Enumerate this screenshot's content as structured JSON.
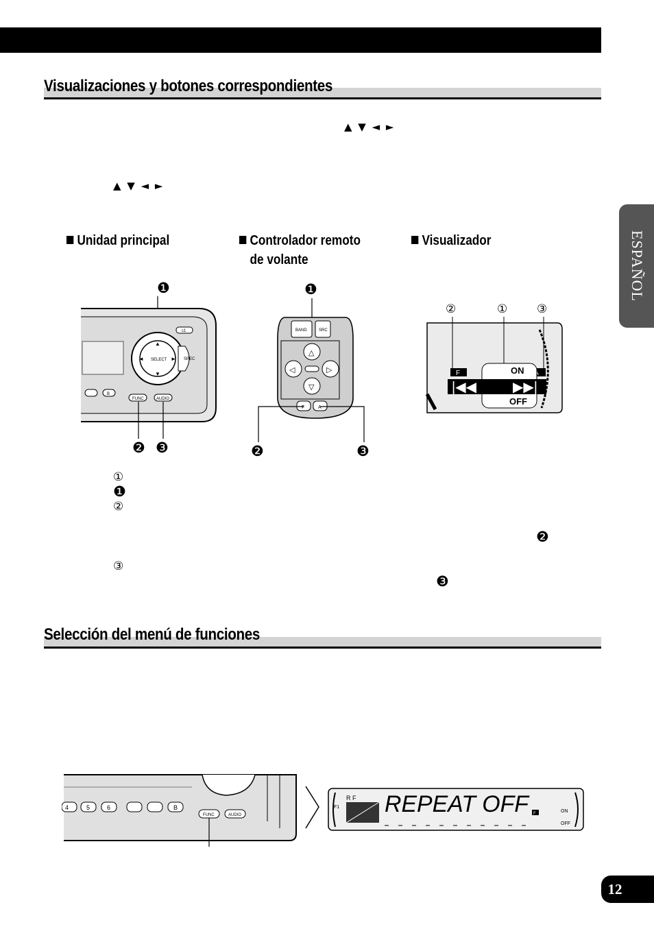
{
  "section1": {
    "title": "Visualizaciones y botones correspondientes",
    "arrows_line1": "▲ ▼ ◄ ►",
    "arrows_line2": "▲ ▼ ◄ ►"
  },
  "side_tab": {
    "label": "ESPAÑOL"
  },
  "diagrams": {
    "main_unit": {
      "heading": "Unidad principal",
      "callouts": [
        "❶",
        "❷",
        "❸"
      ],
      "buttons": {
        "select": "SELECT",
        "spec": "SPEC",
        "func": "FUNC",
        "audio": "AUDIO",
        "b": "B"
      }
    },
    "remote": {
      "heading_line1": "Controlador remoto",
      "heading_line2": "de volante",
      "callouts": [
        "❶",
        "❷",
        "❸"
      ],
      "buttons": {
        "band": "BAND",
        "src": "SRC",
        "f": "F",
        "a": "A"
      }
    },
    "display": {
      "heading": "Visualizador",
      "callouts": [
        "②",
        "①",
        "③"
      ],
      "labels": {
        "f": "F",
        "a": "A",
        "on": "ON",
        "off": "OFF"
      }
    }
  },
  "legend": {
    "item1_circle": "①",
    "item1_filled": "❶",
    "item2_circle": "②",
    "item3_circle": "③",
    "ref_2": "❷",
    "ref_3": "❸"
  },
  "section2": {
    "title": "Selección del menú de funciones"
  },
  "bottom_figure": {
    "panel_buttons": [
      "4",
      "5",
      "6",
      "B"
    ],
    "func": "FUNC",
    "audio": "AUDIO",
    "lcd_text": "REPEAT OFF",
    "lcd_f": "F",
    "lcd_on": "ON",
    "lcd_off": "OFF",
    "lcd_indicators": "R F",
    "lcd_f1": "F1"
  },
  "page_number": "12"
}
